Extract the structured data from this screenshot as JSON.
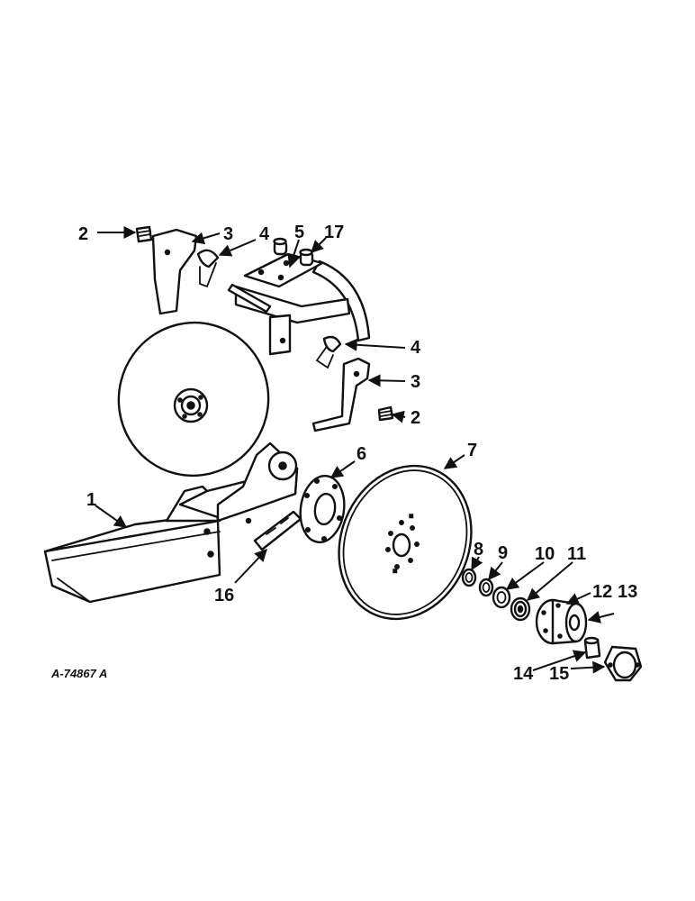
{
  "diagram": {
    "reference": "A-74867 A",
    "callouts": {
      "c1": "1",
      "c2a": "2",
      "c2b": "2",
      "c3a": "3",
      "c3b": "3",
      "c4a": "4",
      "c4b": "4",
      "c5": "5",
      "c6": "6",
      "c7": "7",
      "c8": "8",
      "c9": "9",
      "c10": "10",
      "c11": "11",
      "c12": "12",
      "c13": "13",
      "c14": "14",
      "c15": "15",
      "c16": "16",
      "c17": "17"
    }
  }
}
